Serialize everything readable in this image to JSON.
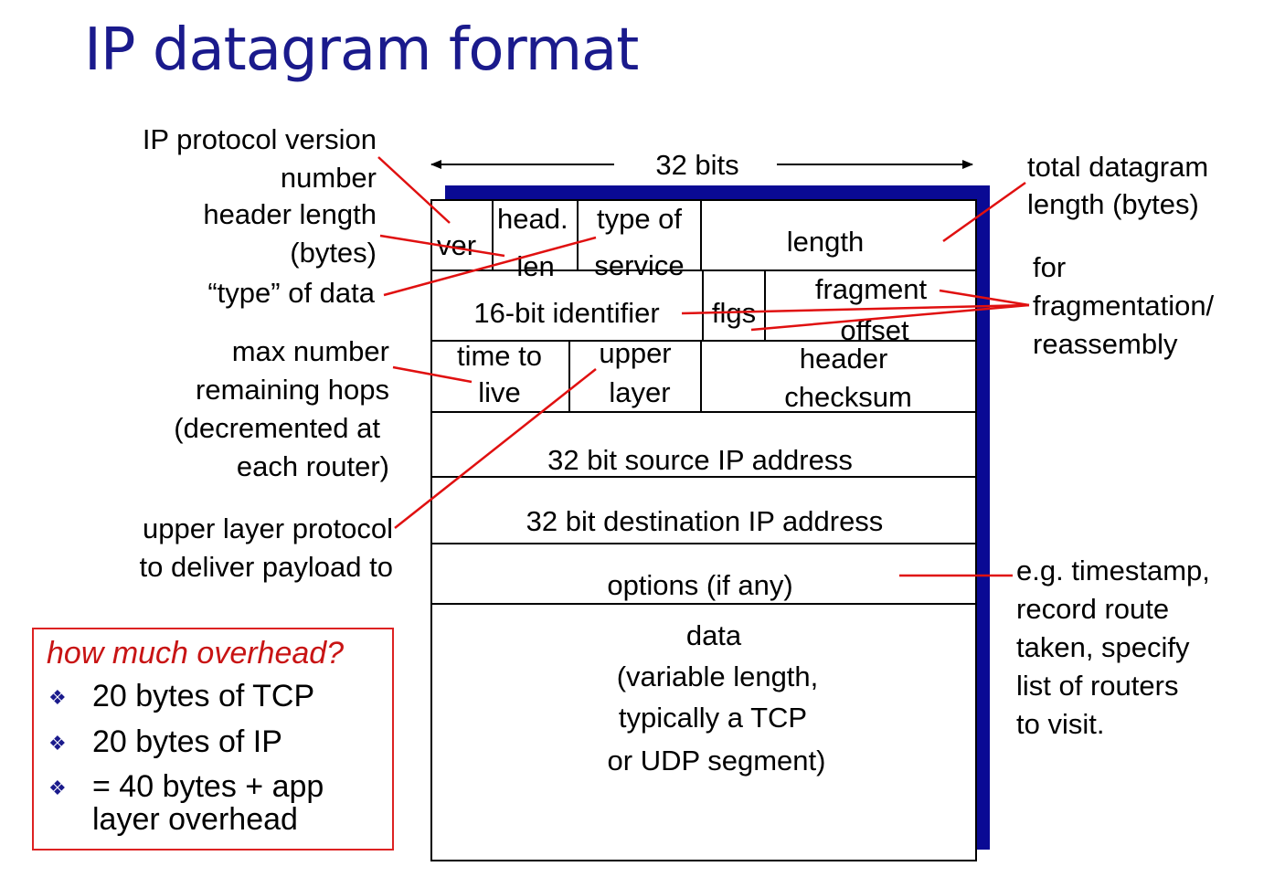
{
  "title": "IP datagram format",
  "bits_label": "32 bits",
  "fields": {
    "ver": "ver",
    "head_len_1": "head.",
    "head_len_2": "len",
    "tos_1": "type of",
    "tos_2": "service",
    "length": "length",
    "identifier": "16-bit identifier",
    "flags": "flgs",
    "frag_1": "fragment",
    "frag_2": "offset",
    "ttl_1": "time to",
    "ttl_2": "live",
    "upper_1": "upper",
    "upper_2": "layer",
    "checksum_1": "header",
    "checksum_2": "checksum",
    "src": "32 bit source IP address",
    "dst": "32 bit destination IP address",
    "options": "options (if any)",
    "data_1": "data",
    "data_2": "(variable length,",
    "data_3": "typically a TCP",
    "data_4": "or UDP segment)"
  },
  "annotations": {
    "version_1": "IP protocol version",
    "version_2": "number",
    "hlen_1": "header length",
    "hlen_2": "(bytes)",
    "tos": "“type” of data",
    "ttl_1": "max number",
    "ttl_2": "remaining hops",
    "ttl_3": "(decremented at",
    "ttl_4": "each router)",
    "upper_1": "upper layer protocol",
    "upper_2": "to deliver payload to",
    "total_1": "total datagram",
    "total_2": "length (bytes)",
    "frag_1": "for",
    "frag_2": "fragmentation/",
    "frag_3": "reassembly",
    "opt_1": "e.g. timestamp,",
    "opt_2": "record route",
    "opt_3": "taken, specify",
    "opt_4": "list of routers",
    "opt_5": "to visit."
  },
  "overhead": {
    "question": "how much overhead?",
    "items": [
      "20 bytes of TCP",
      "20 bytes of IP",
      "= 40 bytes + app",
      "layer overhead"
    ]
  },
  "colors": {
    "title": "#1a1a8c",
    "callout_line": "#e01010",
    "shadow": "#0a0a94",
    "question": "#c81414"
  }
}
